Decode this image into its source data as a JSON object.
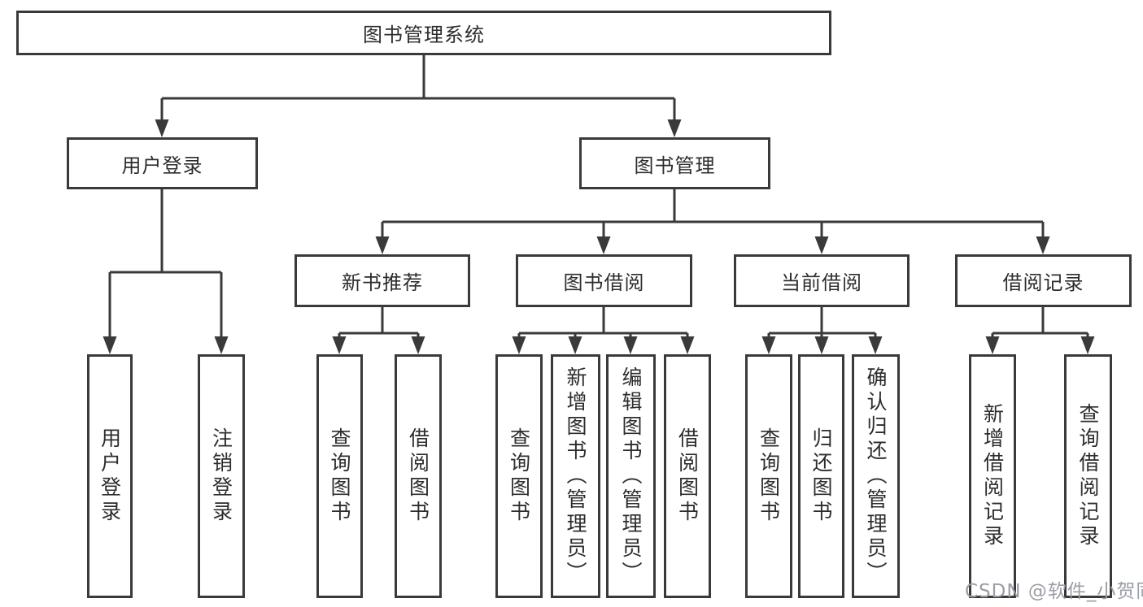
{
  "diagram_title": "图书管理系统",
  "tree": {
    "label": "图书管理系统",
    "children": [
      {
        "label": "用户登录",
        "children": [
          {
            "label": "用户登录"
          },
          {
            "label": "注销登录"
          }
        ]
      },
      {
        "label": "图书管理",
        "children": [
          {
            "label": "新书推荐",
            "children": [
              {
                "label": "查询图书"
              },
              {
                "label": "借阅图书"
              }
            ]
          },
          {
            "label": "图书借阅",
            "children": [
              {
                "label": "查询图书"
              },
              {
                "label": "新增图书（管理员）"
              },
              {
                "label": "编辑图书（管理员）"
              },
              {
                "label": "借阅图书"
              }
            ]
          },
          {
            "label": "当前借阅",
            "children": [
              {
                "label": "查询图书"
              },
              {
                "label": "归还图书"
              },
              {
                "label": "确认归还（管理员）"
              }
            ]
          },
          {
            "label": "借阅记录",
            "children": [
              {
                "label": "新增借阅记录"
              },
              {
                "label": "查询借阅记录"
              }
            ]
          }
        ]
      }
    ]
  },
  "watermark": {
    "text": "CSDN @软件_小贺同学"
  },
  "colors": {
    "line": "#3a3a3a",
    "text": "#2d2d2d",
    "watermark": "#9a9ea5",
    "background": "#ffffff"
  }
}
